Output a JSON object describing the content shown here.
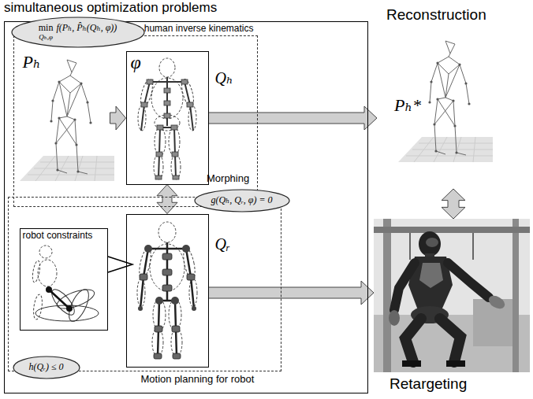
{
  "diagram": {
    "nodes": [
      {
        "text": [
          "simultaneous optimization problems"
        ]
      },
      {
        "text": [
          "human inverse kinematics"
        ],
        "in": 0
      },
      {
        "text": [
          "min",
          "Qₕ,φ",
          "f(Pₕ, P̂ₕ(Qₕ, φ))"
        ],
        "in": 1
      },
      {
        "text": [
          "Pₕ"
        ],
        "in": 1
      },
      {
        "text": [
          "φ",
          "Qₕ"
        ],
        "in": 1
      },
      {
        "text": [
          "Reconstruction",
          "Pₕ*"
        ]
      },
      {
        "text": [
          "g(Qₕ, Qᵣ, φ) = 0"
        ],
        "in": 0
      },
      {
        "text": [
          "Motion planning for robot"
        ],
        "in": 0
      },
      {
        "text": [
          "robot constraints"
        ],
        "in": 7
      },
      {
        "text": [
          "Qᵣ"
        ],
        "in": 7
      },
      {
        "text": [
          "h(Qᵣ) ≤ 0"
        ],
        "in": 7
      },
      {
        "text": [
          "Retargeting"
        ]
      }
    ],
    "edges": [
      {
        "from": 3,
        "to": 4,
        "arrow": "to"
      },
      {
        "from": 4,
        "to": 5,
        "arrow": "to"
      },
      {
        "from": 4,
        "to": 9,
        "arrow": "both"
      },
      {
        "from": 9,
        "to": 11,
        "arrow": "to"
      },
      {
        "from": 5,
        "to": 11,
        "arrow": "both"
      }
    ],
    "labels": [
      "Morphing"
    ]
  }
}
